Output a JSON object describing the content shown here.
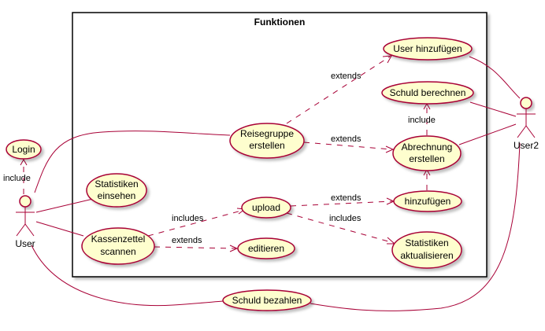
{
  "system": {
    "title": "Funktionen"
  },
  "actors": {
    "user": "User",
    "user2": "User2"
  },
  "usecases": {
    "login": "Login",
    "user_hinzufuegen": "User hinzufügen",
    "schuld_berechnen": "Schuld berechnen",
    "reisegruppe_line1": "Reisegruppe",
    "reisegruppe_line2": "erstellen",
    "abrechnung_line1": "Abrechnung",
    "abrechnung_line2": "erstellen",
    "statistiken_einsehen_line1": "Statistiken",
    "statistiken_einsehen_line2": "einsehen",
    "upload": "upload",
    "hinzufuegen": "hinzufügen",
    "kassenzettel_line1": "Kassenzettel",
    "kassenzettel_line2": "scannen",
    "editieren": "editieren",
    "statistiken_akt_line1": "Statistiken",
    "statistiken_akt_line2": "aktualisieren",
    "schuld_bezahlen": "Schuld bezahlen"
  },
  "relations": {
    "user_login": "include",
    "reise_user_hinzufuegen": "extends",
    "reise_abrechnung": "extends",
    "abrechnung_schuld": "include",
    "upload_hinzufuegen": "extends",
    "upload_statistiken": "includes",
    "kassenzettel_upload": "includes",
    "kassenzettel_editieren": "extends"
  },
  "colors": {
    "stroke": "#A80036",
    "fill": "#FEFECE"
  }
}
